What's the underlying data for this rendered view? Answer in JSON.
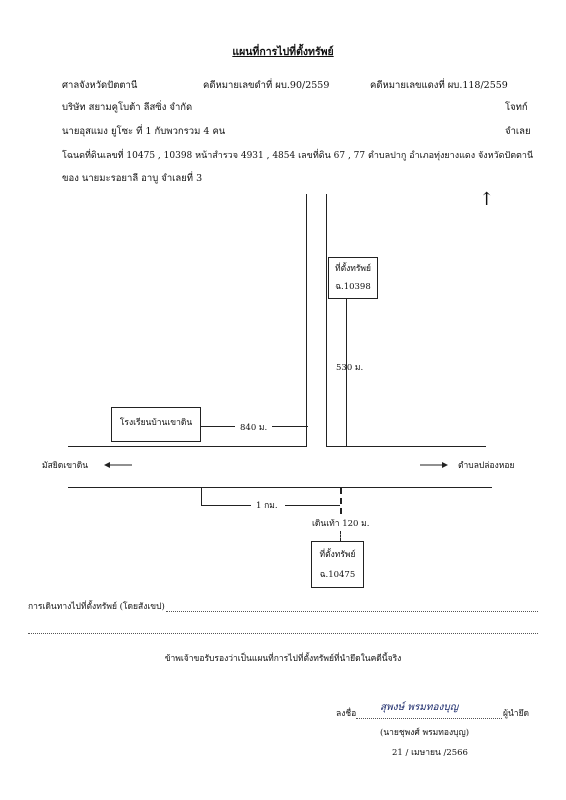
{
  "title": "แผนที่การไปที่ตั้งทรัพย์",
  "header": {
    "court": "ศาลจังหวัดปัตตานี",
    "black_case": "คดีหมายเลขดำที่  ผบ.90/2559",
    "red_case": "คดีหมายเลขแดงที่ ผบ.118/2559",
    "plaintiff": "บริษัท สยามคูโบต้า ลีสซิ่ง  จำกัด",
    "plaintiff_role": "โจทก์",
    "defendant": "นายอุสแมง  ยูโซะ ที่ 1  กับพวกรวม 4 คน",
    "defendant_role": "จำเลย",
    "deed": "โฉนดที่ดินเลขที่  10475 , 10398 หน้าสำรวจ 4931 , 4854 เลขที่ดิน 67 , 77  ตำบลปากู  อำเภอทุ่งยางแดง  จังหวัดปัตตานี",
    "owner": "ของ  นายมะรอยาลี  อาบู  จำเลยที่  3"
  },
  "map": {
    "property_label": "ที่ตั้งทรัพย์",
    "deed_a": "ฉ.10398",
    "deed_b": "ฉ.10475",
    "school": "โรงเรียนบ้านเขาดิน",
    "dist_840": "840 ม.",
    "dist_530": "530 ม.",
    "dist_1km": "1 กม.",
    "walk_120": "เดินเท้า  120 ม.",
    "left_dest": "มัสยิดเขาดิน",
    "right_dest": "ตำบลปล่องหอย",
    "north_arrow": "↑"
  },
  "route_line": "การเดินทางไปที่ตั้งทรัพย์ (โดยสังเขป)",
  "certify": "ข้าพเจ้าขอรับรองว่าเป็นแผนที่การไปที่ตั้งทรัพย์ที่นำยึดในคดีนี้จริง",
  "sign": {
    "prefix": "ลงชื่อ",
    "signature": "สุพงษ์  พรมทองบุญ",
    "role": "ผู้นำยึด",
    "name": "(นายชุพงศ์  พรมทองบุญ)",
    "date": "21 / เมษายน /2566"
  }
}
